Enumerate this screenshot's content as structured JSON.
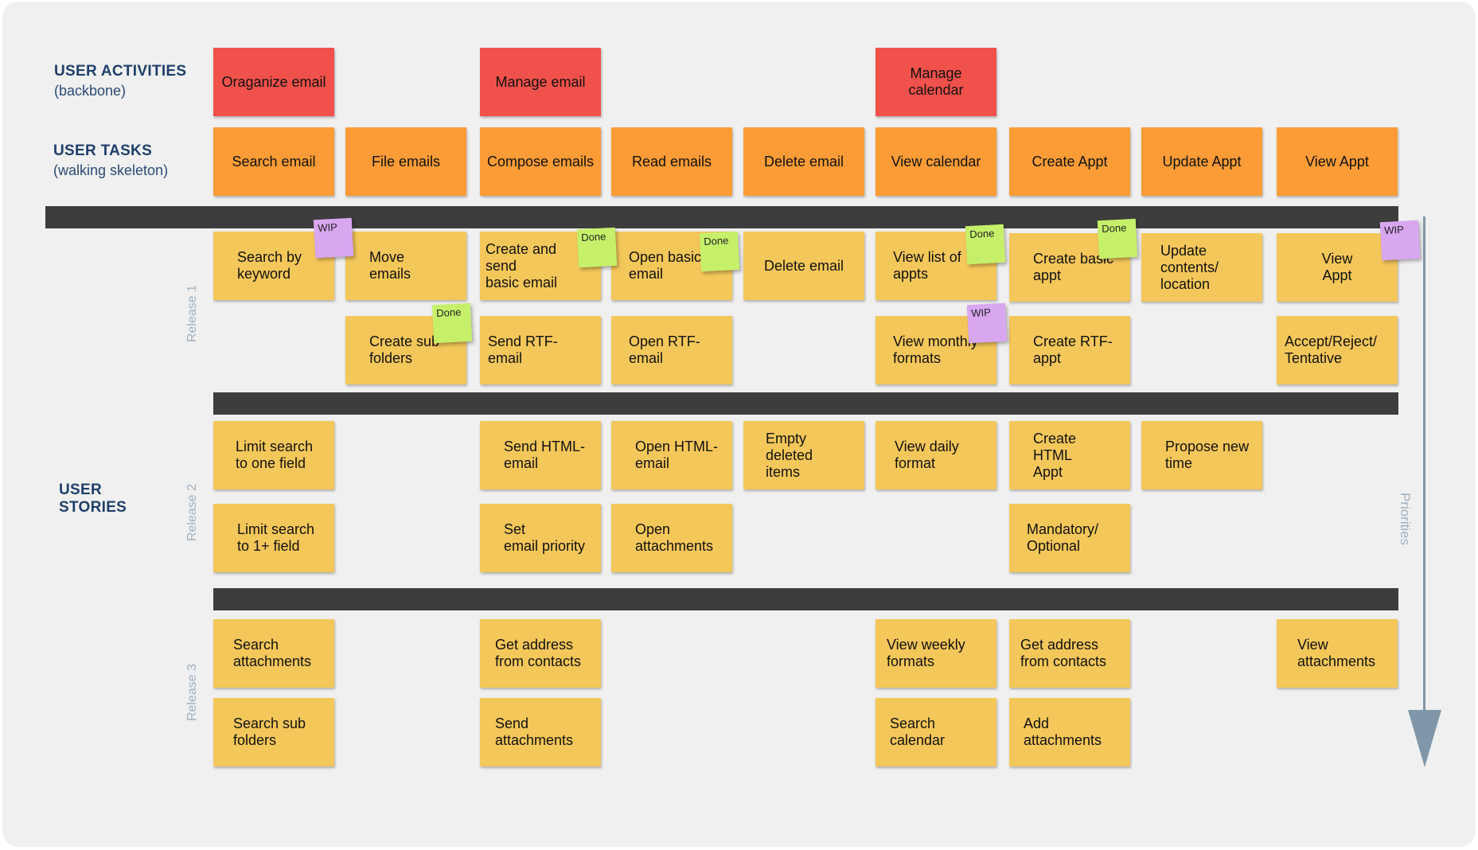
{
  "labels": {
    "activities_title": "USER ACTIVITIES",
    "activities_sub": "(backbone)",
    "tasks_title": "USER TASKS",
    "tasks_sub": "(walking skeleton)",
    "stories_line1": "USER",
    "stories_line2": "STORIES",
    "release1": "Release 1",
    "release2": "Release 2",
    "release3": "Release 3",
    "priorities": "Priorities"
  },
  "activities": {
    "organize": "Oraganize email",
    "manage_email": "Manage email",
    "manage_calendar": "Manage\ncalendar"
  },
  "tasks": {
    "c1": "Search email",
    "c2": "File emails",
    "c3": "Compose emails",
    "c4": "Read emails",
    "c5": "Delete email",
    "c6": "View calendar",
    "c7": "Create Appt",
    "c8": "Update Appt",
    "c9": "View Appt"
  },
  "release1": {
    "c1_r1": "Search by\nkeyword",
    "c2_r1": "Move\nemails",
    "c3_r1": "Create and send\nbasic email",
    "c4_r1": "Open basic\nemail",
    "c5_r1": "Delete email",
    "c6_r1": "View list of\nappts",
    "c7_r1": "Create basic\nappt",
    "c8_r1": "Update\ncontents/\nlocation",
    "c9_r1": "View\nAppt",
    "c2_r2": "Create sub\nfolders",
    "c3_r2": "Send RTF-\nemail",
    "c4_r2": "Open RTF-\nemail",
    "c6_r2": "View monthly\nformats",
    "c7_r2": "Create RTF-\nappt",
    "c9_r2": "Accept/Reject/\nTentative"
  },
  "release2": {
    "c1_r1": "Limit search\nto one field",
    "c3_r1": "Send HTML-\nemail",
    "c4_r1": "Open HTML-\nemail",
    "c5_r1": "Empty deleted\nitems",
    "c6_r1": "View daily\nformat",
    "c7_r1": "Create HTML\nAppt",
    "c8_r1": "Propose new\ntime",
    "c1_r2": "Limit search\nto 1+ field",
    "c3_r2": "Set\nemail priority",
    "c4_r2": "Open\nattachments",
    "c7_r2": "Mandatory/\nOptional"
  },
  "release3": {
    "c1_r1": "Search\nattachments",
    "c3_r1": "Get address\nfrom contacts",
    "c6_r1": "View weekly\nformats",
    "c7_r1": "Get address\nfrom contacts",
    "c9_r1": "View\nattachments",
    "c1_r2": "Search sub\nfolders",
    "c3_r2": "Send\nattachments",
    "c6_r2": "Search\ncalendar",
    "c7_r2": "Add\nattachments"
  },
  "status": {
    "wip": "WIP",
    "done": "Done"
  },
  "colors": {
    "activity": "#f1514b",
    "task": "#fb9c36",
    "story": "#f4c75a",
    "done_note": "#c6f06a",
    "wip_note": "#d9a6f0",
    "divider": "#3d3d3d",
    "heading_text": "#1f3f6b"
  }
}
